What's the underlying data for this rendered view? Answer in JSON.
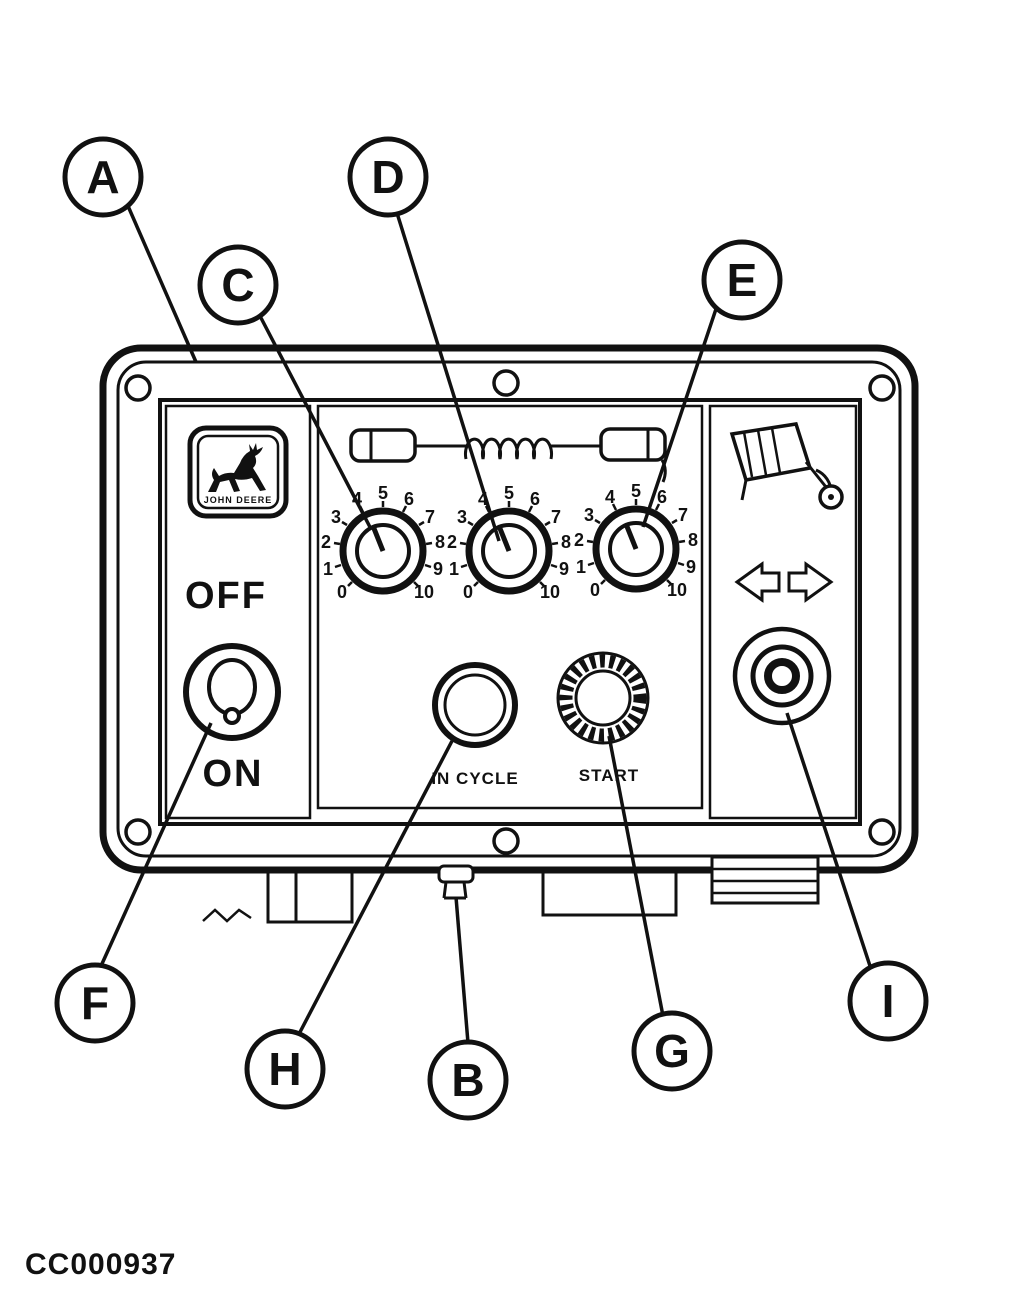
{
  "figure_code": "CC000937",
  "callout_letters": [
    "A",
    "B",
    "C",
    "D",
    "E",
    "F",
    "G",
    "H",
    "I"
  ],
  "panel": {
    "brand_logo_text": "JOHN DEERE",
    "off_label": "OFF",
    "on_label": "ON",
    "in_cycle_label": "IN CYCLE",
    "start_label": "START",
    "dial_ticks": [
      "0",
      "1",
      "2",
      "3",
      "4",
      "5",
      "6",
      "7",
      "8",
      "9",
      "10"
    ]
  },
  "colors": {
    "ink": "#111111",
    "paper": "#ffffff"
  }
}
